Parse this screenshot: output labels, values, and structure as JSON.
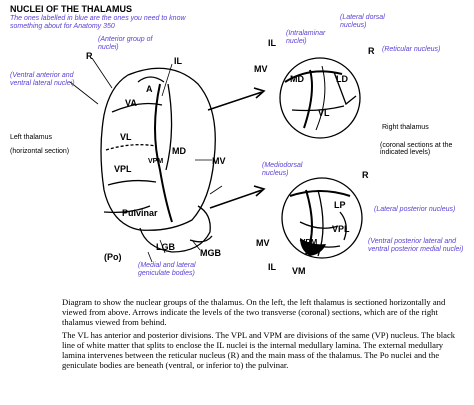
{
  "title": "NUCLEI OF THE THALAMUS",
  "subtitle": "The ones labelled in blue are the ones you need to know something about for Anatomy 350",
  "left_diagram": {
    "caption_left": "Left thalamus",
    "caption_left_sub": "(horizontal section)",
    "nuclei": [
      "A",
      "VA",
      "VL",
      "VPL",
      "VPM",
      "MD",
      "Pulvinar",
      "LGB",
      "MGB"
    ],
    "side_labels": {
      "R": "R",
      "IL": "IL",
      "MV": "MV",
      "MD": "MD",
      "LGB": "LGB",
      "MGB": "MGB",
      "Po": "(Po)",
      "Pulvinar": "Pulvinar"
    },
    "blue_notes": {
      "ant": "(Anterior group of nuclei)",
      "ventral": "(Ventral anterior and ventral lateral nuclei)",
      "geniculate": "(Medial and lateral geniculate bodies)"
    }
  },
  "right_diagram": {
    "caption_right": "Right  thalamus",
    "caption_right_sub": "(coronal sections at the indicated levels)",
    "top_section": {
      "labels": {
        "IL": "IL",
        "R": "R",
        "MV": "MV",
        "MD": "MD",
        "LD": "LD",
        "VL": "VL"
      }
    },
    "bottom_section": {
      "labels": {
        "R": "R",
        "MV": "MV",
        "IL": "IL",
        "VM": "VM",
        "LP": "LP",
        "VPL": "VPL",
        "VPM": "VPM"
      }
    },
    "blue_notes": {
      "intralaminar": "(Intralaminar nuclei)",
      "lateral_dorsal": "(Lateral dorsal nucleus)",
      "reticular": "(Reticular nucleus)",
      "mediodorsal": "(Mediodorsal nucleus)",
      "lateral_posterior": "(Lateral posterior nucleus)",
      "ventral_posterior": "(Ventral posterior lateral and ventral posterior medial nuclei)"
    }
  },
  "caption": {
    "p1": "Diagram to show the nuclear groups of the thalamus.    On the left, the left thalamus is sectioned horizontally and viewed from above. Arrows indicate the levels of the two transverse (coronal) sections, which are of the right thalamus viewed from behind.",
    "p2": "The VL has anterior and posterior divisions. The VPL and VPM are divisions of the same (VP) nucleus. The black line of white matter that splits to enclose the IL nuclei is the internal medullary lamina. The external medullary lamina intervenes between the reticular nucleus (R) and the main mass of the thalamus. The Po nuclei and the geniculate bodies are beneath (ventral, or inferior to) the pulvinar."
  }
}
